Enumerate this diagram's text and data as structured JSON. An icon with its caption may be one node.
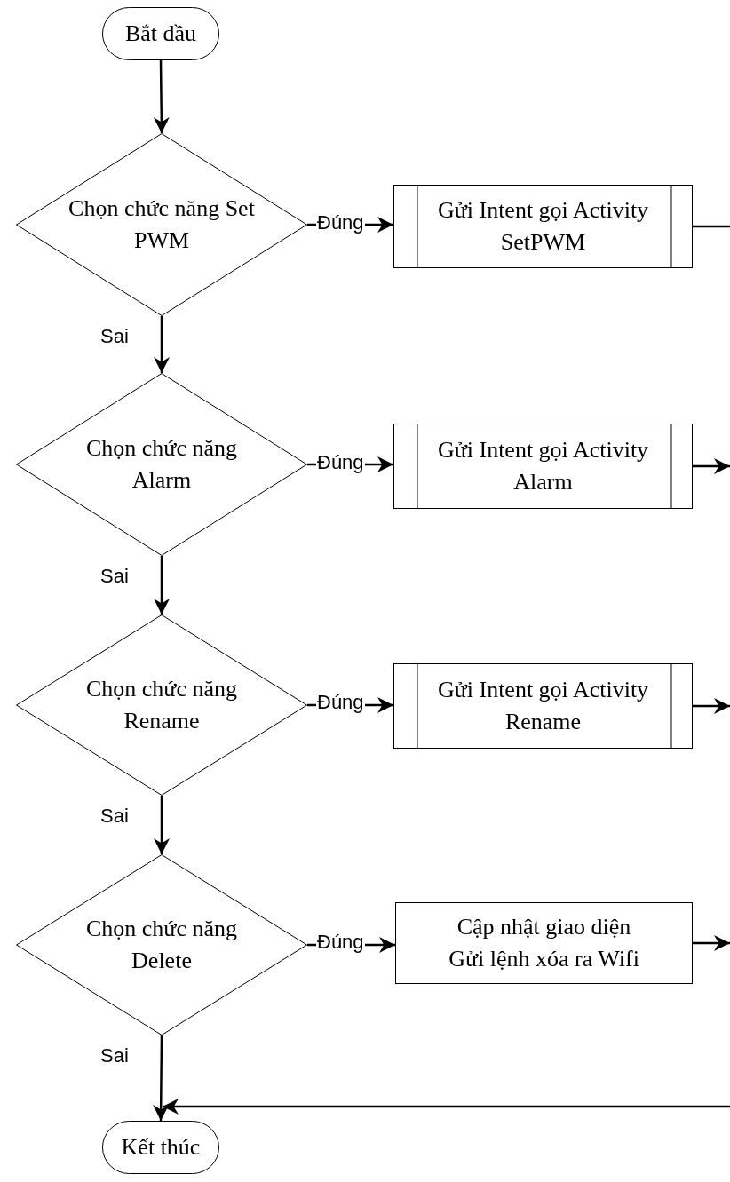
{
  "diagram": {
    "nodes": [
      {
        "text": [
          "Bắt đầu"
        ]
      },
      {
        "text": [
          "Chọn chức năng Set PWM"
        ]
      },
      {
        "text": [
          "Gửi Intent gọi Activity SetPWM"
        ]
      },
      {
        "text": [
          "Chọn chức năng Alarm"
        ]
      },
      {
        "text": [
          "Gửi Intent gọi Activity Alarm"
        ]
      },
      {
        "text": [
          "Chọn chức năng Rename"
        ]
      },
      {
        "text": [
          "Gửi Intent gọi Activity Rename"
        ]
      },
      {
        "text": [
          "Chọn chức năng Delete"
        ]
      },
      {
        "text": [
          "Cập nhật giao diện",
          "Gửi lệnh xóa ra Wifi"
        ]
      },
      {
        "text": [
          "Kết thúc"
        ]
      }
    ],
    "edges": [
      {
        "from": 0,
        "to": 1,
        "arrow": "to"
      },
      {
        "from": 1,
        "to": 2,
        "arrow": "to",
        "label": "Đúng"
      },
      {
        "from": 2,
        "to": null,
        "arrow": "none"
      },
      {
        "from": 1,
        "to": 3,
        "arrow": "to",
        "label": "Sai"
      },
      {
        "from": 3,
        "to": 4,
        "arrow": "to",
        "label": "Đúng"
      },
      {
        "from": 4,
        "to": null,
        "arrow": "to"
      },
      {
        "from": 3,
        "to": 5,
        "arrow": "to",
        "label": "Sai"
      },
      {
        "from": 5,
        "to": 6,
        "arrow": "to",
        "label": "Đúng"
      },
      {
        "from": 6,
        "to": null,
        "arrow": "to"
      },
      {
        "from": 5,
        "to": 7,
        "arrow": "to",
        "label": "Sai"
      },
      {
        "from": 7,
        "to": 8,
        "arrow": "to",
        "label": "Đúng"
      },
      {
        "from": 8,
        "to": null,
        "arrow": "to"
      },
      {
        "from": 7,
        "to": 9,
        "arrow": "to",
        "label": "Sai"
      },
      {
        "from": null,
        "to": 9,
        "arrow": "to"
      }
    ]
  }
}
